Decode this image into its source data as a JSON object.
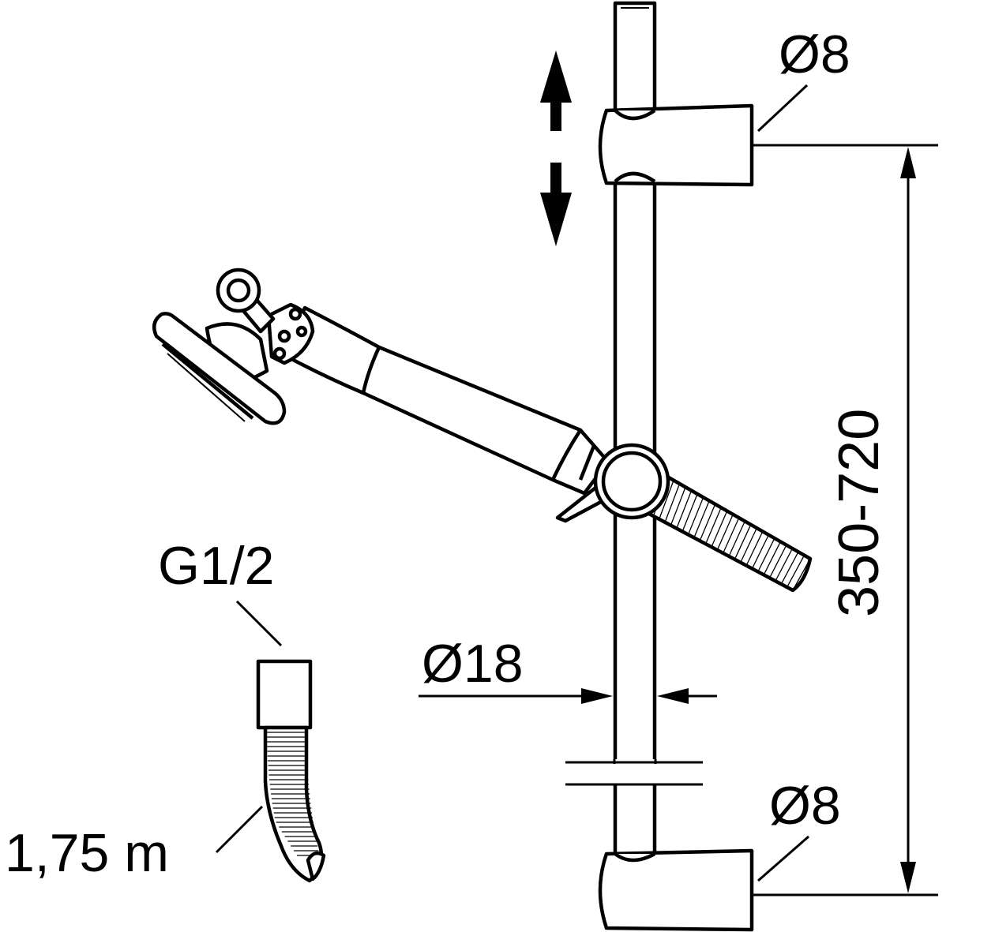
{
  "labels": {
    "top_bracket_diameter": "Ø8",
    "bottom_bracket_diameter": "Ø8",
    "rail_diameter": "Ø18",
    "adjust_range": "350-720",
    "hose_thread": "G1/2",
    "hose_length": "1,75 m"
  },
  "colors": {
    "line": "#000000",
    "background": "#ffffff"
  }
}
